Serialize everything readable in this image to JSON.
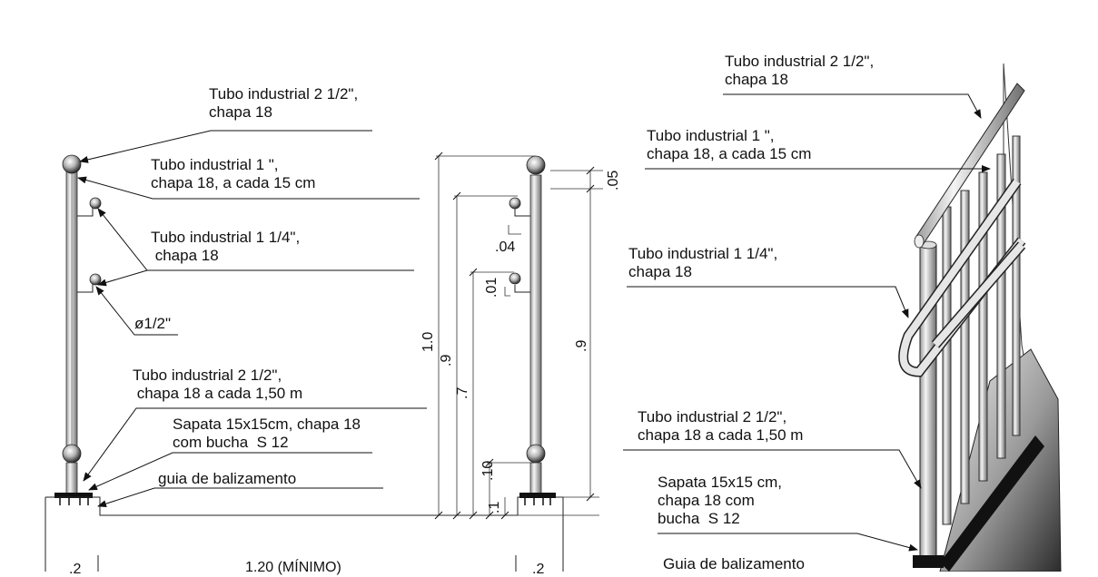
{
  "left_view": {
    "callouts": [
      {
        "id": "handrail",
        "text": "Tubo industrial 2 1/2\",\nchapa 18"
      },
      {
        "id": "baluster",
        "text": "Tubo industrial 1 \",\nchapa 18, a cada 15 cm"
      },
      {
        "id": "rail",
        "text": "Tubo industrial 1 1/4\",\n chapa 18"
      },
      {
        "id": "bracket",
        "text": "ø1/2\""
      },
      {
        "id": "post",
        "text": "Tubo industrial 2 1/2\",\n chapa 18 a cada 1,50 m"
      },
      {
        "id": "base_plate",
        "text": "Sapata 15x15cm, chapa 18\ncom bucha  S 12"
      },
      {
        "id": "guide",
        "text": "guia de balizamento"
      }
    ],
    "bottom_dimensions": [
      ".2",
      "1.20 (MÍNIMO)",
      ".2"
    ]
  },
  "section_dimensions": [
    ".05",
    ".04",
    ".01",
    "1.0",
    ".9",
    ".7",
    ".9",
    ".10",
    ".1"
  ],
  "right_view": {
    "callouts": [
      {
        "id": "handrail",
        "text": "Tubo industrial 2 1/2\",\nchapa 18"
      },
      {
        "id": "baluster",
        "text": "Tubo industrial 1 \",\nchapa 18, a cada 15 cm"
      },
      {
        "id": "rail",
        "text": "Tubo industrial 1 1/4\",\nchapa 18"
      },
      {
        "id": "post",
        "text": "Tubo industrial 2 1/2\",\nchapa 18 a cada 1,50 m"
      },
      {
        "id": "base_plate",
        "text": "Sapata 15x15 cm,\nchapa 18 com\nbucha  S 12"
      },
      {
        "id": "guide",
        "text": "Guia de balizamento"
      }
    ]
  }
}
